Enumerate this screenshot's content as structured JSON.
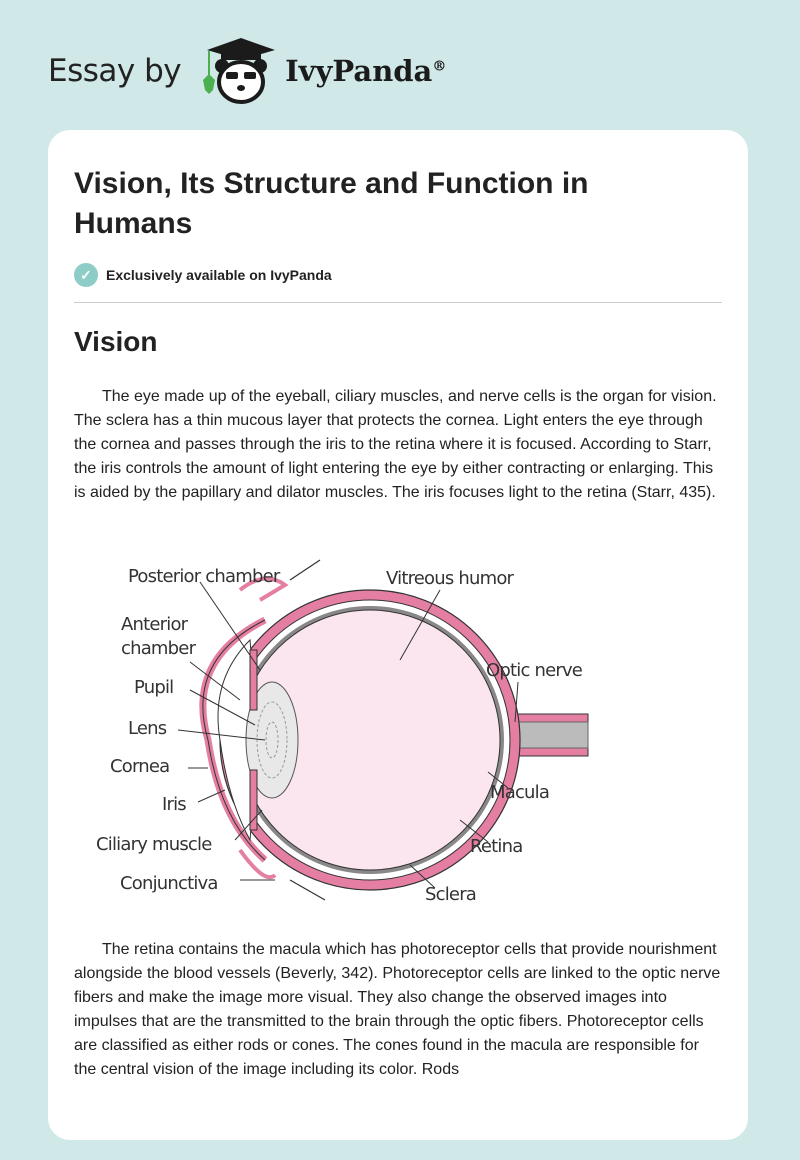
{
  "header": {
    "essay_by": "Essay by",
    "brand": "IvyPanda",
    "registered": "®"
  },
  "article": {
    "title": "Vision, Its Structure and Function in Humans",
    "badge": "Exclusively available on IvyPanda",
    "section_heading": "Vision",
    "paragraphs": [
      "The eye made up of the eyeball, ciliary muscles, and nerve cells is the organ for vision. The sclera has a thin mucous layer that protects the cornea. Light enters the eye through the cornea and passes through the iris to the retina where it is focused. According to Starr, the iris controls the amount of light entering the eye by either contracting or enlarging. This is aided by the papillary and dilator muscles. The iris focuses light to the retina (Starr, 435).",
      "The retina contains the macula which has photoreceptor cells that provide nourishment alongside the blood vessels (Beverly, 342). Photoreceptor cells are linked to the optic nerve fibers and make the image more visual. They also change the observed images into impulses that are the transmitted to the brain through the optic fibers. Photoreceptor cells are classified as either rods or cones. The cones found in the macula are responsible for the central vision of the image including its color. Rods"
    ]
  },
  "diagram": {
    "labels": {
      "posterior_chamber": "Posterior chamber",
      "anterior": "Anterior",
      "chamber": "chamber",
      "pupil": "Pupil",
      "lens": "Lens",
      "cornea": "Cornea",
      "iris": "Iris",
      "ciliary_muscle": "Ciliary muscle",
      "conjunctiva": "Conjunctiva",
      "vitreous_humor": "Vitreous humor",
      "optic_nerve": "Optic nerve",
      "macula": "Macula",
      "retina": "Retina",
      "sclera": "Sclera"
    }
  },
  "colors": {
    "background": "#d1e8e8",
    "badge": "#8ecdc7",
    "sclera": "#e47fa3",
    "vitreous": "#fbe6ef"
  }
}
